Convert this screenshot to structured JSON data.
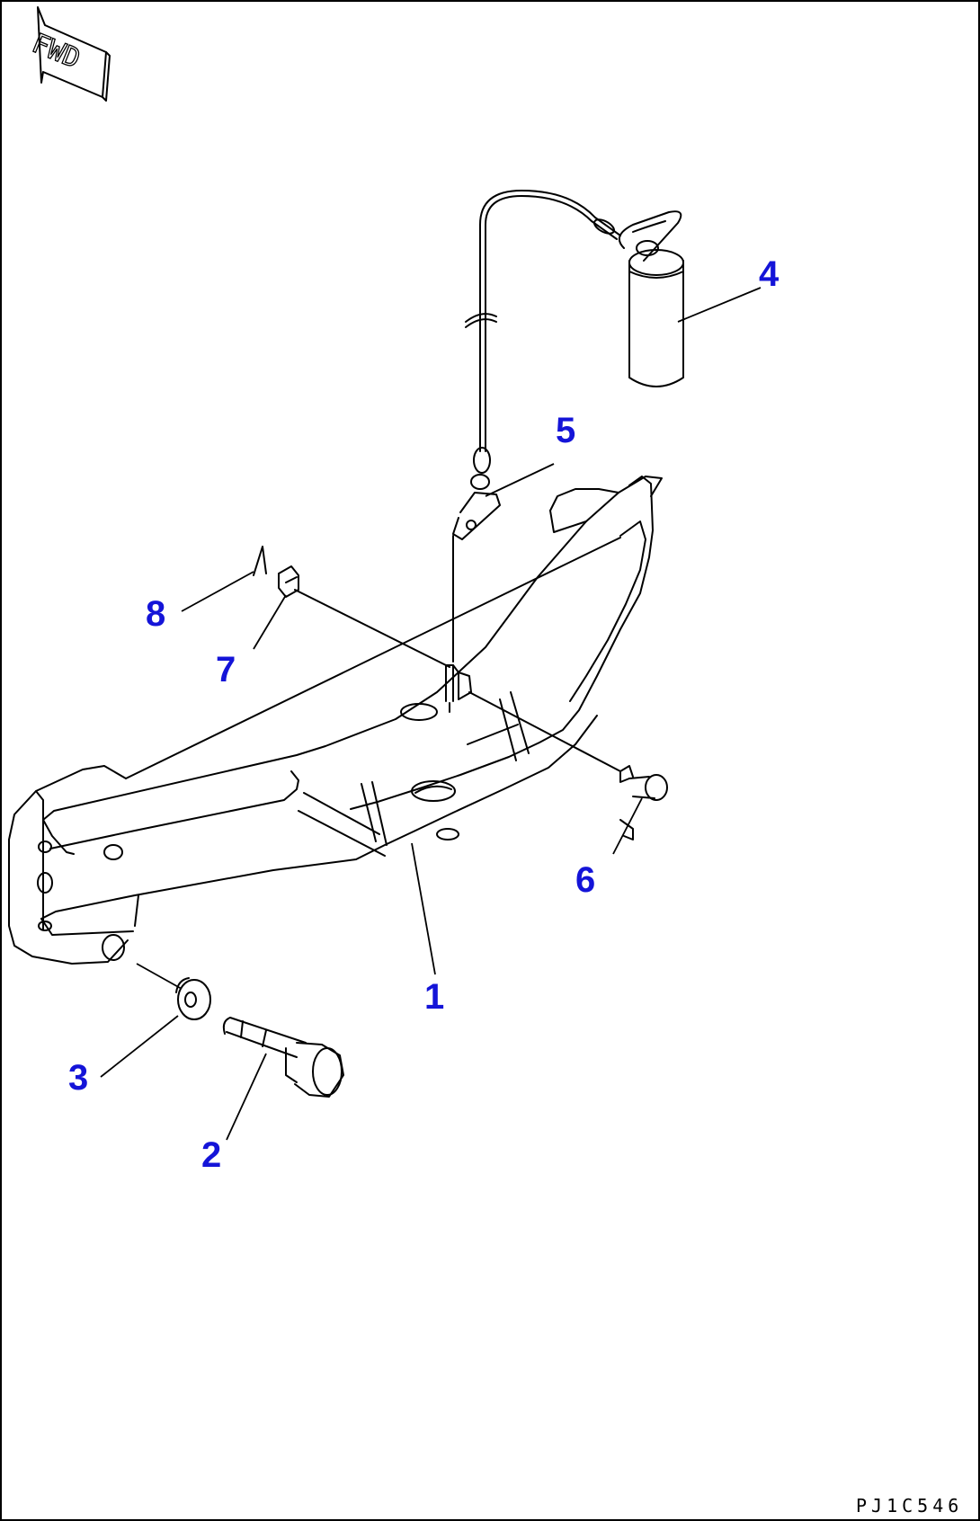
{
  "direction_arrow": {
    "label": "FWD"
  },
  "callouts": [
    {
      "id": "1",
      "label": "1"
    },
    {
      "id": "2",
      "label": "2"
    },
    {
      "id": "3",
      "label": "3"
    },
    {
      "id": "4",
      "label": "4"
    },
    {
      "id": "5",
      "label": "5"
    },
    {
      "id": "6",
      "label": "6"
    },
    {
      "id": "7",
      "label": "7"
    },
    {
      "id": "8",
      "label": "8"
    }
  ],
  "drawing_code": "PJ1C546",
  "colors": {
    "callout": "#1414d8",
    "line": "#000000"
  }
}
